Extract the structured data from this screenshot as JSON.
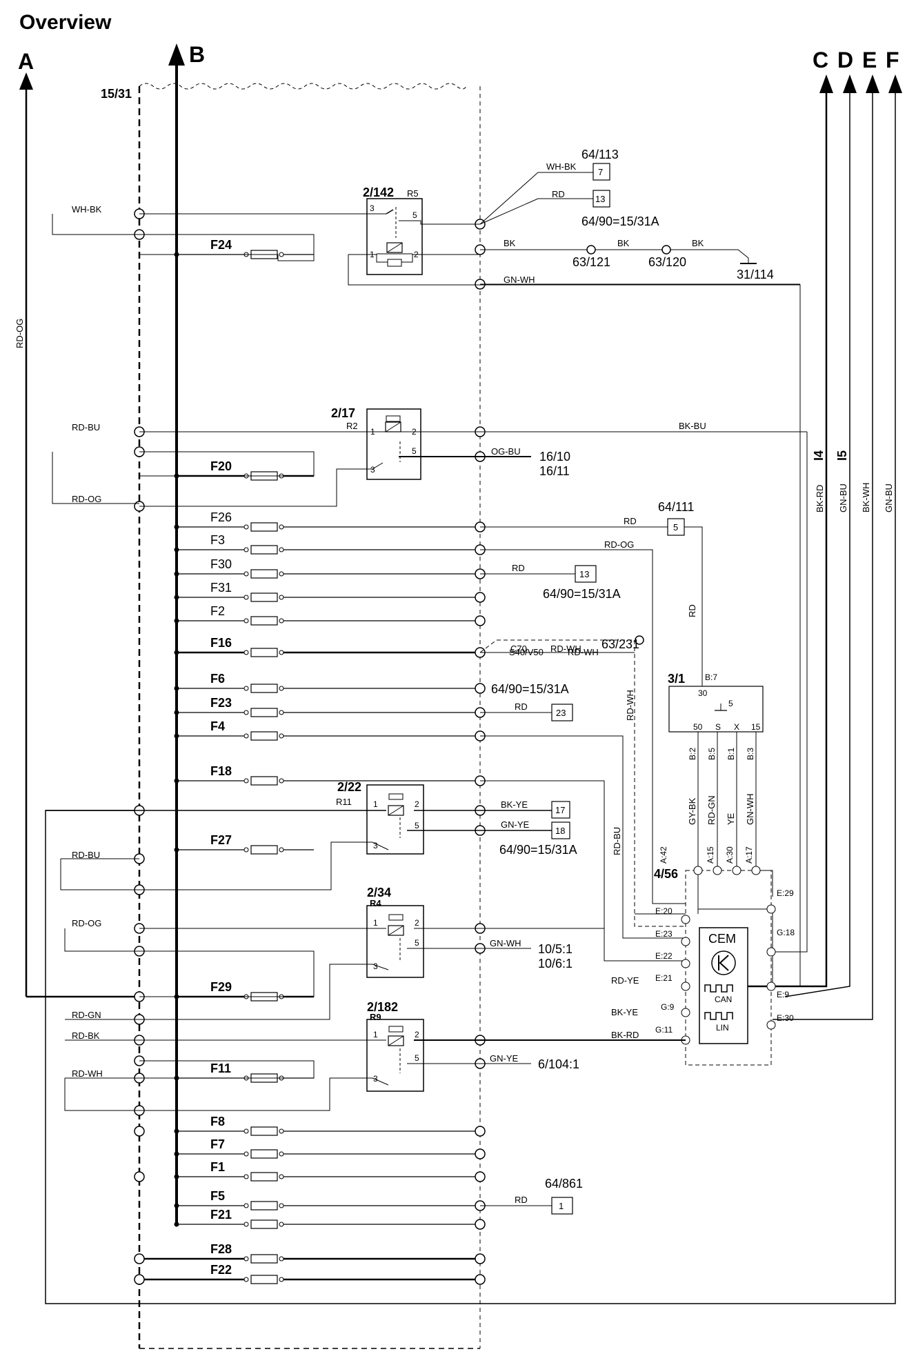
{
  "title": "Overview",
  "connectors": {
    "a": "A",
    "b": "B",
    "c": "C",
    "d": "D",
    "e": "E",
    "f": "F"
  },
  "box_label": "15/31",
  "fuses": {
    "f24": "F24",
    "f20": "F20",
    "f26": "F26",
    "f3": "F3",
    "f30": "F30",
    "f31": "F31",
    "f2": "F2",
    "f16": "F16",
    "f6": "F6",
    "f23": "F23",
    "f4": "F4",
    "f18": "F18",
    "f27": "F27",
    "f29": "F29",
    "f11": "F11",
    "f8": "F8",
    "f7": "F7",
    "f1": "F1",
    "f5": "F5",
    "f21": "F21",
    "f28": "F28",
    "f22": "F22"
  },
  "relays": {
    "r142": {
      "id": "2/142",
      "tag": "R5"
    },
    "r17": {
      "id": "2/17",
      "tag": "R2"
    },
    "r22": {
      "id": "2/22",
      "tag": "R11"
    },
    "r34": {
      "id": "2/34",
      "tag": "R4"
    },
    "r182": {
      "id": "2/182",
      "tag": "R9"
    }
  },
  "pins": {
    "p1": "1",
    "p2": "2",
    "p3": "3",
    "p5": "5"
  },
  "wires": {
    "wh_bk": "WH-BK",
    "rd": "RD",
    "bk": "BK",
    "gn_wh": "GN-WH",
    "rd_og": "RD-OG",
    "rd_bu": "RD-BU",
    "og_bu": "OG-BU",
    "bk_bu": "BK-BU",
    "rd_wh": "RD-WH",
    "bk_ye": "BK-YE",
    "gn_ye": "GN-YE",
    "rd_gn": "RD-GN",
    "rd_bk": "RD-BK",
    "rd_ye": "RD-YE",
    "bk_rd": "BK-RD",
    "gy_bk": "GY-BK",
    "ye": "YE",
    "gn_bu": "GN-BU",
    "bk_wh": "BK-WH"
  },
  "refs": {
    "r64_113": "64/113",
    "r64_90": "64/90=15/31A",
    "r63_121": "63/121",
    "r63_120": "63/120",
    "r31_114": "31/114",
    "r16_10": "16/10",
    "r16_11": "16/11",
    "r64_111": "64/111",
    "r63_231": "63/231",
    "r10_5": "10/5:1",
    "r10_6": "10/6:1",
    "r6_104": "6/104:1",
    "r64_861": "64/861",
    "c70": "C70",
    "s40": "S40/V50"
  },
  "boxes": {
    "b7": "7",
    "b13": "13",
    "b5": "5",
    "b23": "23",
    "b17": "17",
    "b18": "18",
    "b1": "1"
  },
  "switch": {
    "id": "3/1",
    "b7": "B:7",
    "t30": "30",
    "t50": "50",
    "ts": "S",
    "tx": "X",
    "t15": "15",
    "b2": "B:2",
    "b5": "B:5",
    "b1": "B:1",
    "b3": "B:3"
  },
  "cem": {
    "id": "4/56",
    "name": "CEM",
    "k": "K",
    "can": "CAN",
    "lin": "LIN",
    "a42": "A:42",
    "a15": "A:15",
    "a30": "A:30",
    "a17": "A:17",
    "e20": "E:20",
    "e23": "E:23",
    "e22": "E:22",
    "e21": "E:21",
    "g9": "G:9",
    "g11": "G:11",
    "e29": "E:29",
    "g18": "G:18",
    "e9": "E:9",
    "e30": "E:30"
  },
  "bus": {
    "i4": "I4",
    "i5": "I5"
  }
}
